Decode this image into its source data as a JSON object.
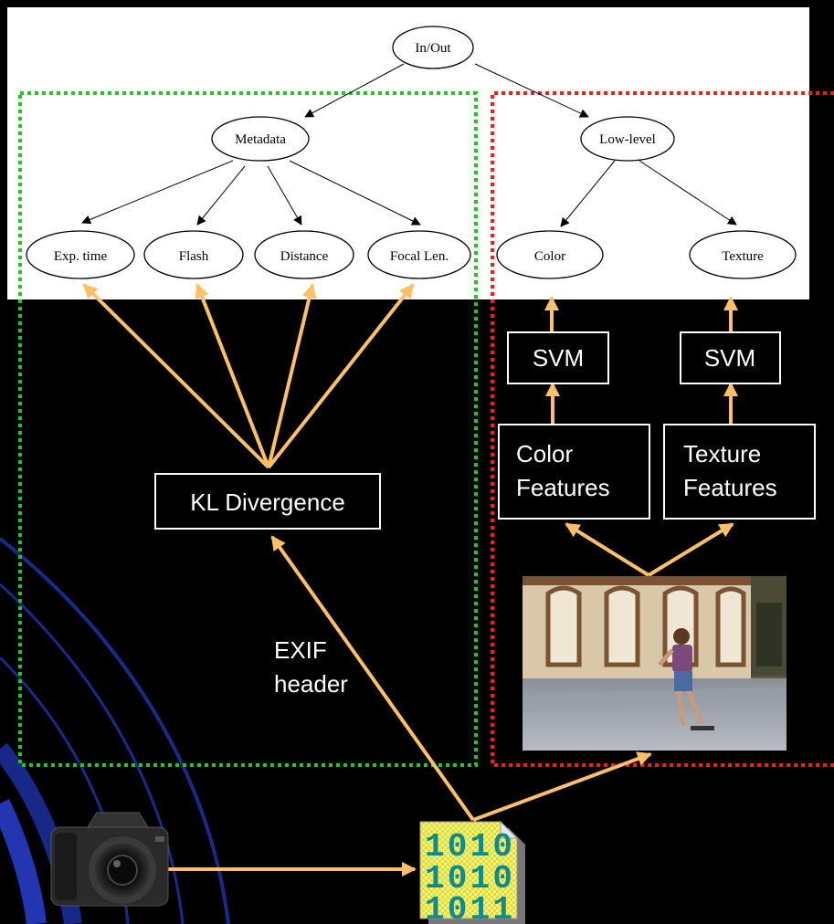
{
  "tree": {
    "root": "In/Out",
    "metadata": "Metadata",
    "lowlevel": "Low-level",
    "exp_time": "Exp. time",
    "flash": "Flash",
    "distance": "Distance",
    "focal_len": "Focal Len.",
    "color": "Color",
    "texture": "Texture"
  },
  "boxes": {
    "svm_color": "SVM",
    "svm_texture": "SVM",
    "color_features": [
      "Color",
      "Features"
    ],
    "texture_features": [
      "Texture",
      "Features"
    ],
    "kl_divergence": "KL Divergence"
  },
  "labels": {
    "exif": [
      "EXIF",
      "header"
    ],
    "binary_file": [
      "1010",
      "1010",
      "1011"
    ]
  },
  "icons": {
    "camera": "camera-icon",
    "binary_file": "binary-file-icon",
    "photo": "photo-thumbnail"
  },
  "colors": {
    "arrow": "#ffc066",
    "green_region": "#1ec81e",
    "red_region": "#ff1a1a",
    "tree_panel": "#ffffff",
    "background": "#000000"
  }
}
